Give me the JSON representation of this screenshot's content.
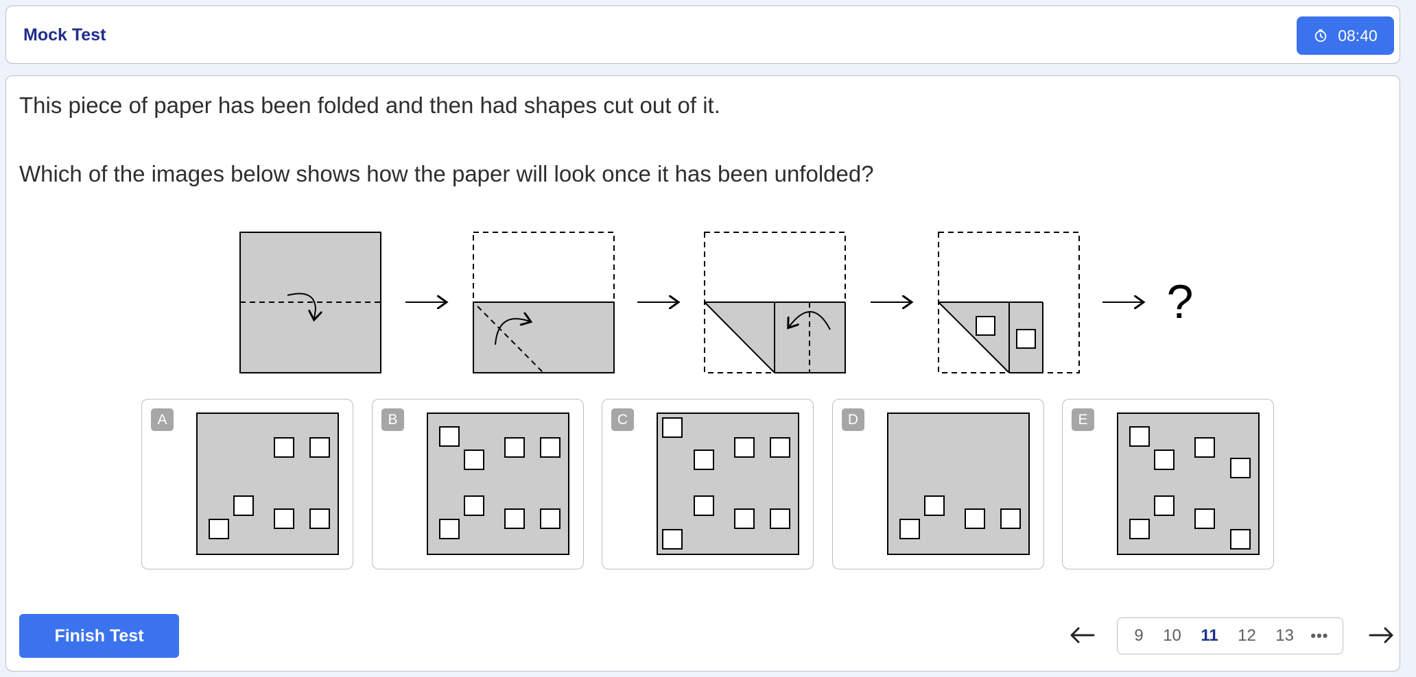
{
  "header": {
    "title": "Mock Test",
    "timer": "08:40"
  },
  "question": {
    "line1": "This piece of paper has been folded and then had shapes cut out of it.",
    "line2": "Which of the images below shows how the paper will look once it has been unfolded?",
    "result_mark": "?"
  },
  "options": [
    {
      "label": "A"
    },
    {
      "label": "B"
    },
    {
      "label": "C"
    },
    {
      "label": "D"
    },
    {
      "label": "E"
    }
  ],
  "footer": {
    "finish_label": "Finish Test",
    "pages": [
      "9",
      "10",
      "11",
      "12",
      "13"
    ],
    "current_page": "11",
    "ellipsis": "•••"
  },
  "colors": {
    "accent": "#3b73ef",
    "title": "#1f2e8c",
    "paper": "#cccccc"
  }
}
